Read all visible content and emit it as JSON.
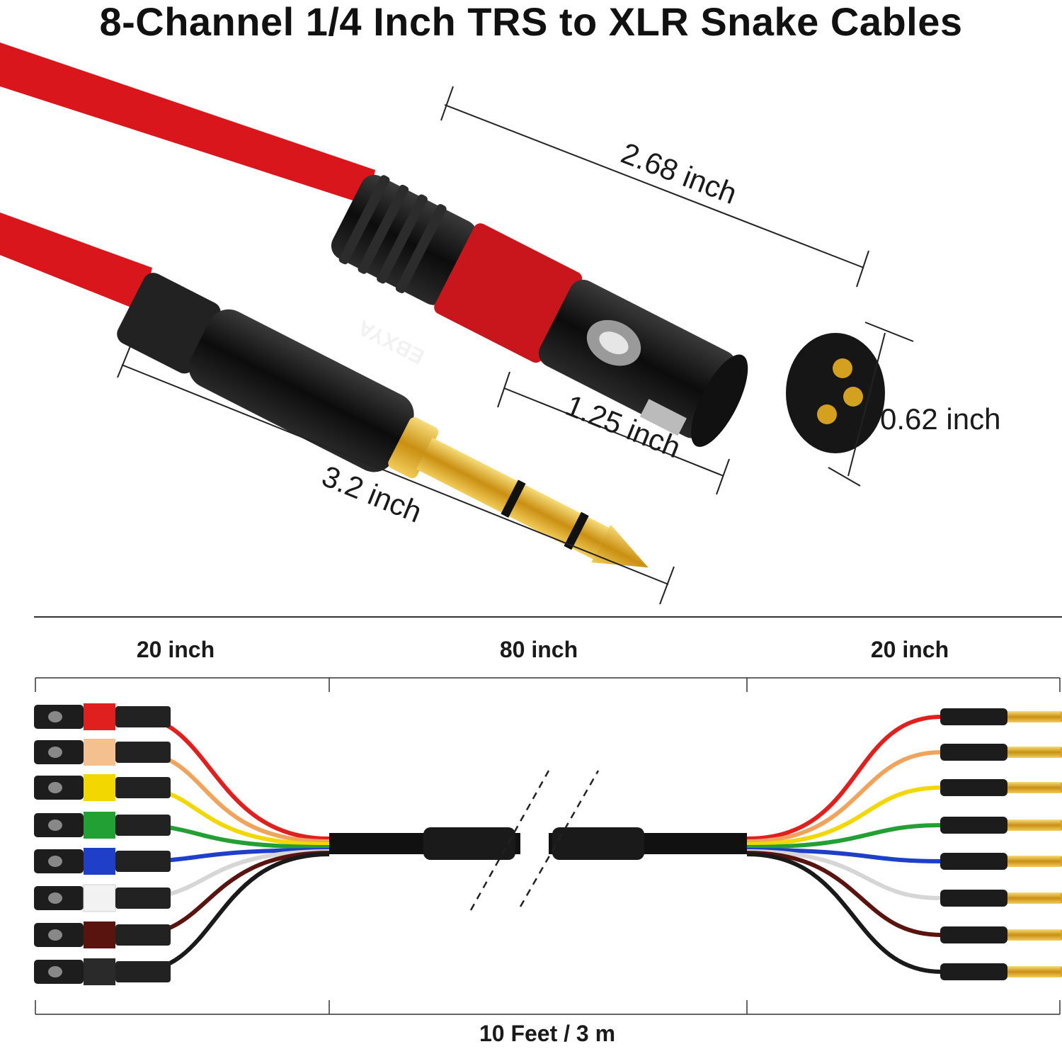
{
  "title": "8-Channel 1/4 Inch TRS to XLR Snake Cables",
  "brand": "EBXYA",
  "dimensions": {
    "xlr_length": "2.68 inch",
    "xlr_diameter": "0.62 inch",
    "trs_length": "3.2 inch",
    "plug_length": "1.25 inch"
  },
  "layout_diagram": {
    "left_breakout": "20 inch",
    "middle_trunk": "80 inch",
    "right_breakout": "20 inch",
    "total_length": "10 Feet / 3 m"
  },
  "colors": {
    "cable_red": "#d8161c",
    "connector_black": "#1c1c1c",
    "gold": "#d9a520",
    "channel_colors": [
      "#e01f1f",
      "#f0a35a",
      "#f2d800",
      "#22a034",
      "#1f3fc8",
      "#f2f2f2",
      "#5a1410",
      "#1a1a1a"
    ]
  }
}
